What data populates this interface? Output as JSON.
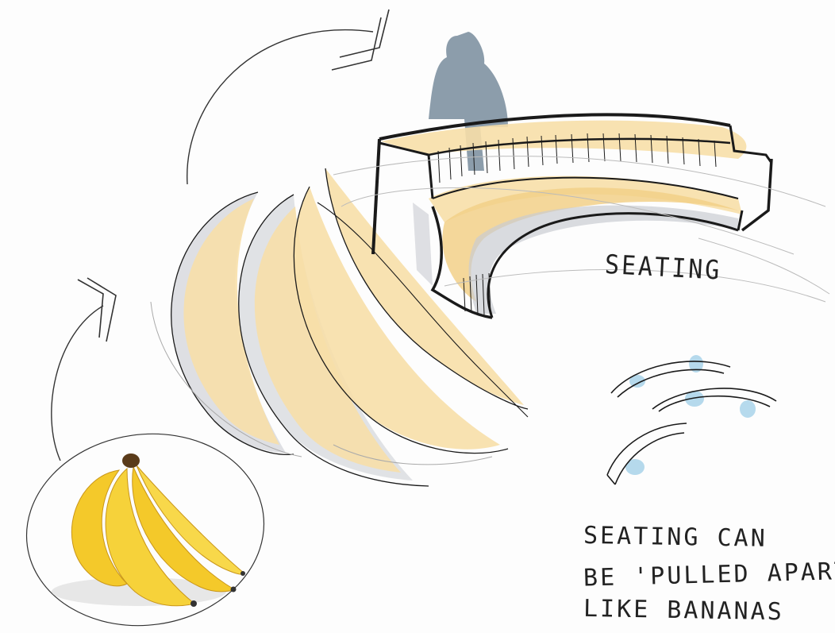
{
  "labels": {
    "seating": "SEATING",
    "caption_lines": [
      "SEATING CAN",
      "BE 'PULLED APART'",
      "LIKE BANANAS"
    ]
  },
  "colors": {
    "banana_fill": "#f7dfa8",
    "ink": "#1a1a1a",
    "shadow_grey": "#c9ccd2",
    "figure": "#6f8596",
    "water_blue": "#a9d3ea",
    "banana_yellow": "#f4c92a"
  }
}
